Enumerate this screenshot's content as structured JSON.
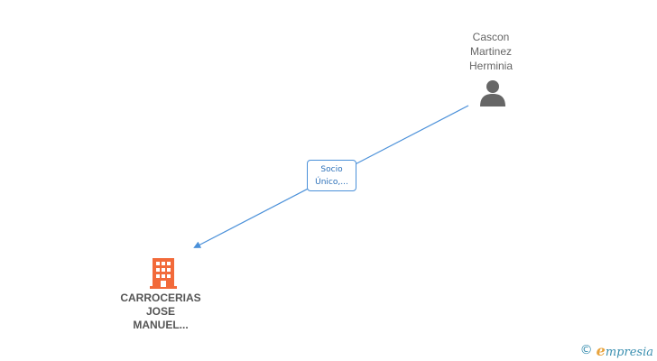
{
  "nodes": {
    "person": {
      "name": "Cascon\nMartinez\nHerminia",
      "icon": "person-icon",
      "color": "#666666"
    },
    "company": {
      "name": "CARROCERIAS\nJOSE\nMANUEL...",
      "icon": "building-icon",
      "color": "#f26a3a"
    }
  },
  "edge": {
    "label_line1": "Socio",
    "label_line2": "Único,...",
    "color": "#4a90d9"
  },
  "footer": {
    "copyright_symbol": "©",
    "brand_first_letter": "e",
    "brand_rest": "mpresia"
  }
}
